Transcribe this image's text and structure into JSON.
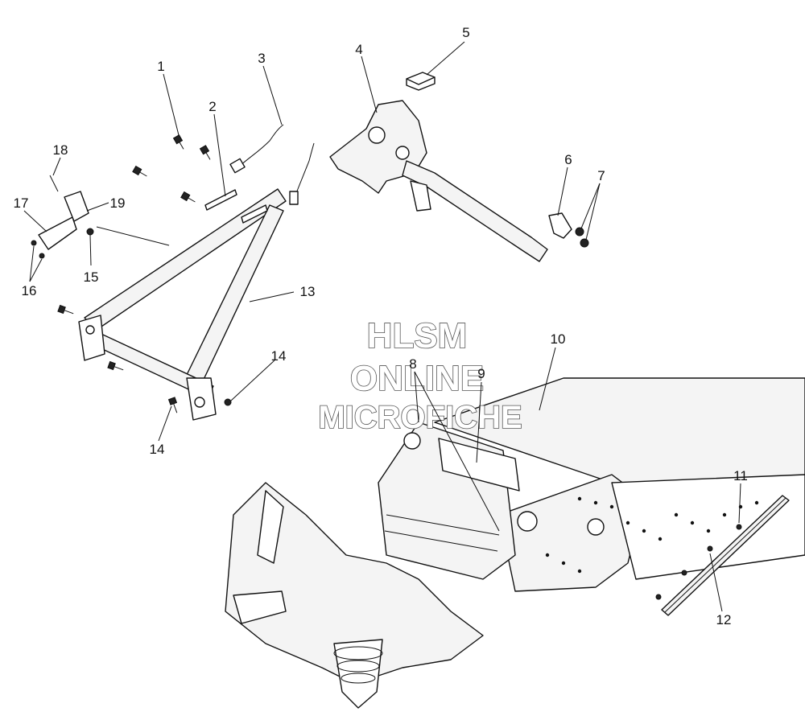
{
  "watermark": {
    "line1": "HLSM",
    "line2": "ONLINE",
    "line3": "MICROFICHE"
  },
  "callouts": [
    {
      "id": "c1",
      "label": "1"
    },
    {
      "id": "c2",
      "label": "2"
    },
    {
      "id": "c3",
      "label": "3"
    },
    {
      "id": "c4",
      "label": "4"
    },
    {
      "id": "c5",
      "label": "5"
    },
    {
      "id": "c6",
      "label": "6"
    },
    {
      "id": "c7",
      "label": "7"
    },
    {
      "id": "c8",
      "label": "8"
    },
    {
      "id": "c9",
      "label": "9"
    },
    {
      "id": "c10",
      "label": "10"
    },
    {
      "id": "c11",
      "label": "11"
    },
    {
      "id": "c12",
      "label": "12"
    },
    {
      "id": "c13",
      "label": "13"
    },
    {
      "id": "c14a",
      "label": "14"
    },
    {
      "id": "c14b",
      "label": "14"
    },
    {
      "id": "c15",
      "label": "15"
    },
    {
      "id": "c16",
      "label": "16"
    },
    {
      "id": "c17",
      "label": "17"
    },
    {
      "id": "c18",
      "label": "18"
    },
    {
      "id": "c19",
      "label": "19"
    }
  ]
}
